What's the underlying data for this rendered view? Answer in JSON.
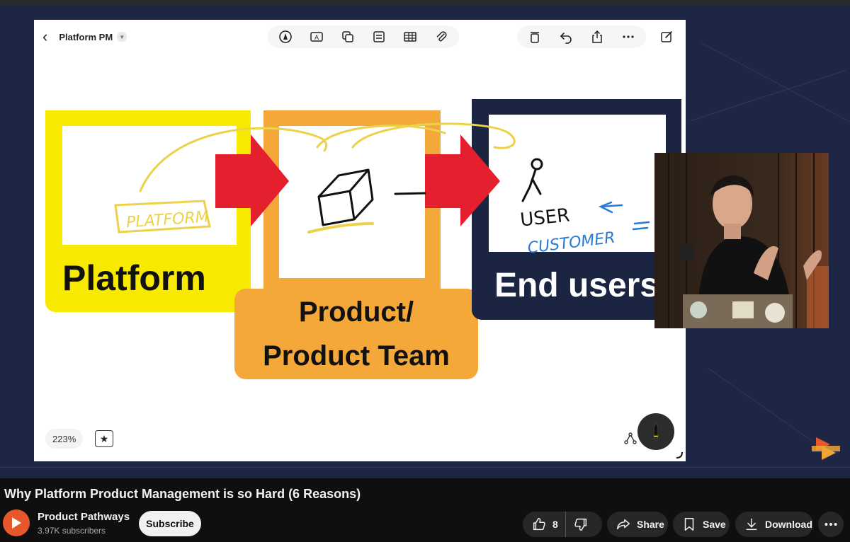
{
  "whiteboard": {
    "doc_title": "Platform PM",
    "zoom": "223%",
    "boxes": {
      "platform": "Platform",
      "product_line1": "Product/",
      "product_line2": "Product Team",
      "end_users": "End users"
    },
    "handwriting": {
      "platform": "PLATFORM",
      "user": "USER",
      "customer": "CUSTOMER"
    }
  },
  "video": {
    "title": "Why Platform Product Management is so Hard (6 Reasons)",
    "channel": "Product Pathways",
    "subscribers": "3.97K subscribers",
    "subscribe_label": "Subscribe",
    "likes": "8",
    "share_label": "Share",
    "save_label": "Save",
    "download_label": "Download"
  },
  "colors": {
    "yellow": "#f7ea00",
    "orange": "#f4a83a",
    "navy": "#1b2440",
    "arrow_red": "#e5202e",
    "ink_blue": "#2a7bd6"
  }
}
